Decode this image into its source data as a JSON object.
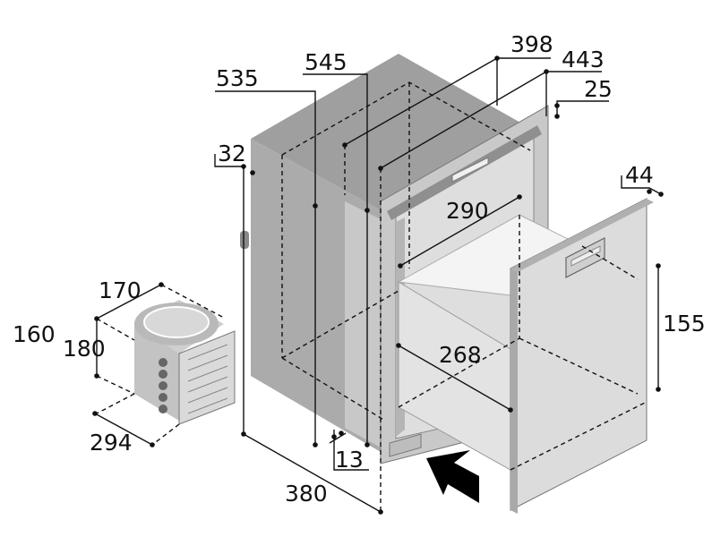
{
  "colors": {
    "body_dark": "#a9a9a9",
    "body_mid": "#bdbdbd",
    "body_light": "#d3d3d3",
    "panel": "#e1e1e1",
    "frame": "#c6c6c6",
    "line": "#111111",
    "arrow": "#000000"
  },
  "icons": {
    "insert_arrow": "arrow-icon"
  },
  "dimensions": {
    "d398": "398",
    "d443": "443",
    "d545": "545",
    "d535": "535",
    "d25": "25",
    "d32": "32",
    "d44": "44",
    "d290": "290",
    "d268": "268",
    "d155": "155",
    "d170": "170",
    "d160": "160",
    "d180": "180",
    "d294": "294",
    "d13": "13",
    "d380": "380"
  }
}
